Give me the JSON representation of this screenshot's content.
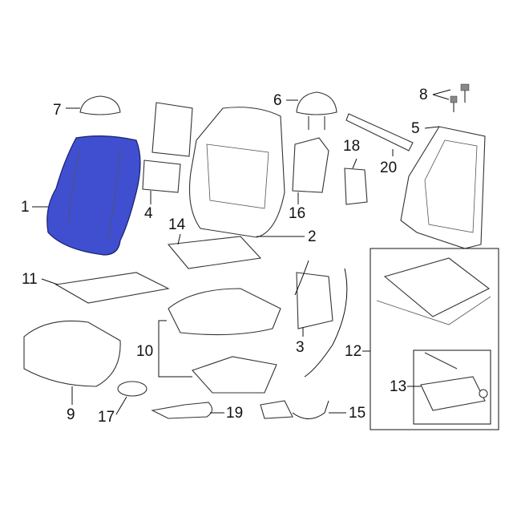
{
  "diagram": {
    "highlight_color": "#3f4fd0",
    "callouts": [
      {
        "id": "1",
        "label": "1"
      },
      {
        "id": "2",
        "label": "2"
      },
      {
        "id": "3",
        "label": "3"
      },
      {
        "id": "4",
        "label": "4"
      },
      {
        "id": "5",
        "label": "5"
      },
      {
        "id": "6",
        "label": "6"
      },
      {
        "id": "7",
        "label": "7"
      },
      {
        "id": "8",
        "label": "8"
      },
      {
        "id": "9",
        "label": "9"
      },
      {
        "id": "10",
        "label": "10"
      },
      {
        "id": "11",
        "label": "11"
      },
      {
        "id": "12",
        "label": "12"
      },
      {
        "id": "13",
        "label": "13"
      },
      {
        "id": "14",
        "label": "14"
      },
      {
        "id": "15",
        "label": "15"
      },
      {
        "id": "16",
        "label": "16"
      },
      {
        "id": "17",
        "label": "17"
      },
      {
        "id": "18",
        "label": "18"
      },
      {
        "id": "19",
        "label": "19"
      },
      {
        "id": "20",
        "label": "20"
      }
    ]
  }
}
